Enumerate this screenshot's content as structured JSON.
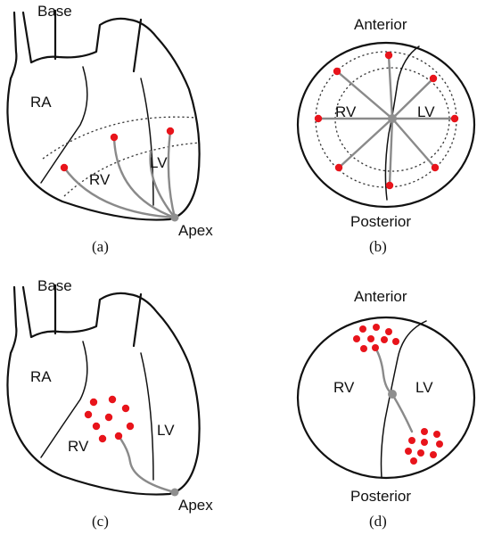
{
  "panel_a": {
    "base": "Base",
    "ra": "RA",
    "rv": "RV",
    "lv": "LV",
    "apex": "Apex",
    "caption": "(a)"
  },
  "panel_b": {
    "anterior": "Anterior",
    "rv": "RV",
    "lv": "LV",
    "posterior": "Posterior",
    "caption": "(b)"
  },
  "panel_c": {
    "base": "Base",
    "ra": "RA",
    "rv": "RV",
    "lv": "LV",
    "apex": "Apex",
    "caption": "(c)"
  },
  "panel_d": {
    "anterior": "Anterior",
    "rv": "RV",
    "lv": "LV",
    "posterior": "Posterior",
    "caption": "(d)"
  },
  "colors": {
    "electrode": "#e8141b",
    "lead": "#8a8a8a",
    "outline": "#111111"
  }
}
